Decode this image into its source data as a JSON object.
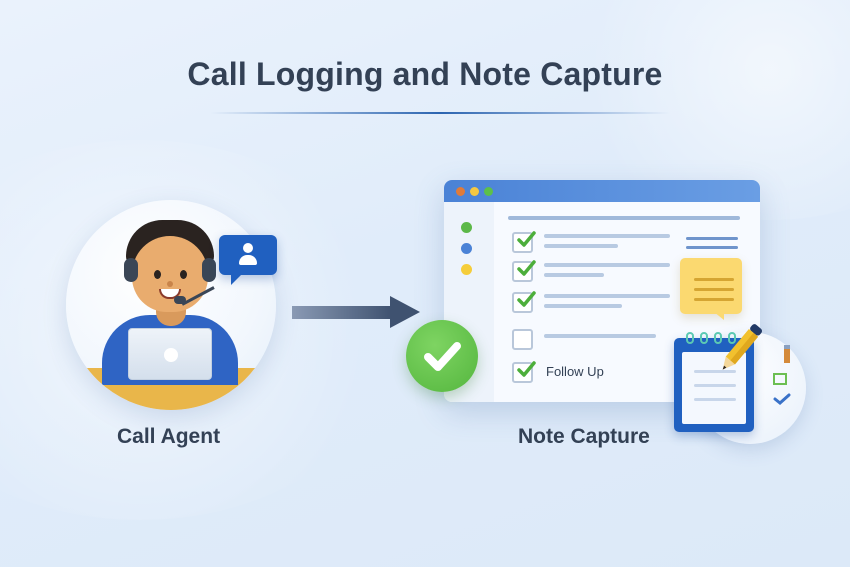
{
  "title": "Call Logging and Note Capture",
  "left_panel": {
    "label": "Call Agent",
    "chat_icon": "user-chat-bubble-icon",
    "figure": "agent-with-headset-icon"
  },
  "connector": {
    "icon": "arrow-right-icon"
  },
  "right_panel": {
    "label": "Note Capture",
    "window": {
      "titlebar_dots": [
        "#e07b39",
        "#f5c842",
        "#5cc04a"
      ],
      "sidebar_dots": [
        "#5cb848",
        "#4a82d6",
        "#f5cd3a"
      ],
      "checklist": [
        {
          "checked": true,
          "text": ""
        },
        {
          "checked": true,
          "text": ""
        },
        {
          "checked": true,
          "text": ""
        },
        {
          "checked": false,
          "text": ""
        },
        {
          "checked": true,
          "text": "Follow Up"
        }
      ]
    },
    "sticky_note_icon": "sticky-note-icon",
    "notepad_icon": "notepad-with-pencil-icon",
    "success_icon": "green-checkmark-icon"
  },
  "colors": {
    "title": "#334155",
    "accent_blue": "#2060c0",
    "success_green": "#5cb848",
    "sticky_yellow": "#fbd970"
  }
}
